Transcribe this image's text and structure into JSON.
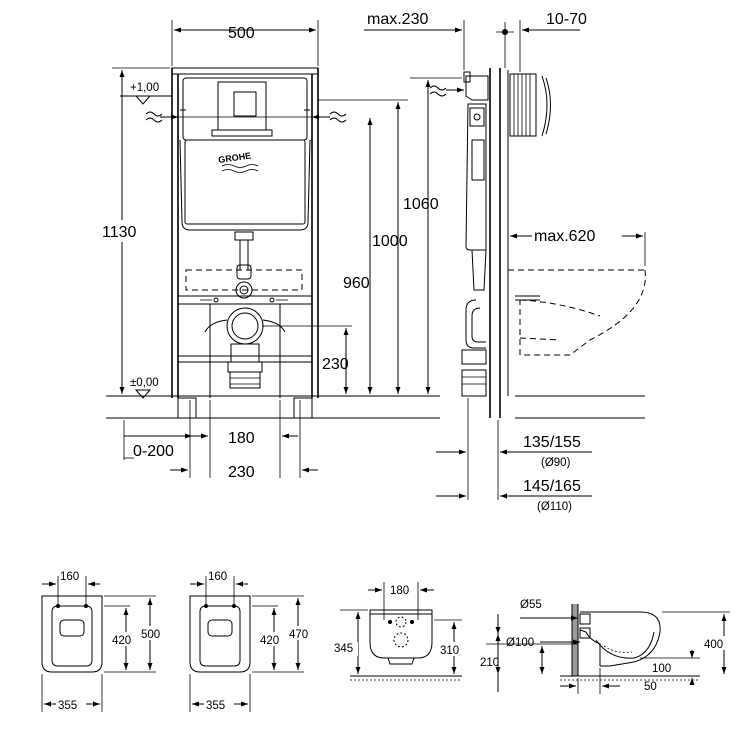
{
  "installation": {
    "logo": "GROHE",
    "level_top": "+1,00",
    "level_floor": "±0,00",
    "width_500": "500",
    "max_230": "max.230",
    "range_10_70": "10-70",
    "height_1130": "1130",
    "height_1060": "1060",
    "height_1000": "1000",
    "height_960": "960",
    "height_230": "230",
    "max_620": "max.620",
    "range_0_200": "0-200",
    "width_180": "180",
    "width_230": "230",
    "dim_135_155": "135/155",
    "dia_90": "(Ø90)",
    "dim_145_165": "145/165",
    "dia_110": "(Ø110)"
  },
  "toilet_front_a": {
    "top": "160",
    "inner_height": "420",
    "outer_height": "500",
    "width": "355"
  },
  "toilet_front_b": {
    "top": "160",
    "inner_height": "420",
    "outer_height": "470",
    "width": "355"
  },
  "toilet_rear": {
    "top": "180",
    "left_height": "345",
    "right_height": "310"
  },
  "toilet_side": {
    "dia_55": "Ø55",
    "dia_100": "Ø100",
    "height_210": "210",
    "height_400": "400",
    "height_100": "100",
    "offset_50": "50"
  }
}
